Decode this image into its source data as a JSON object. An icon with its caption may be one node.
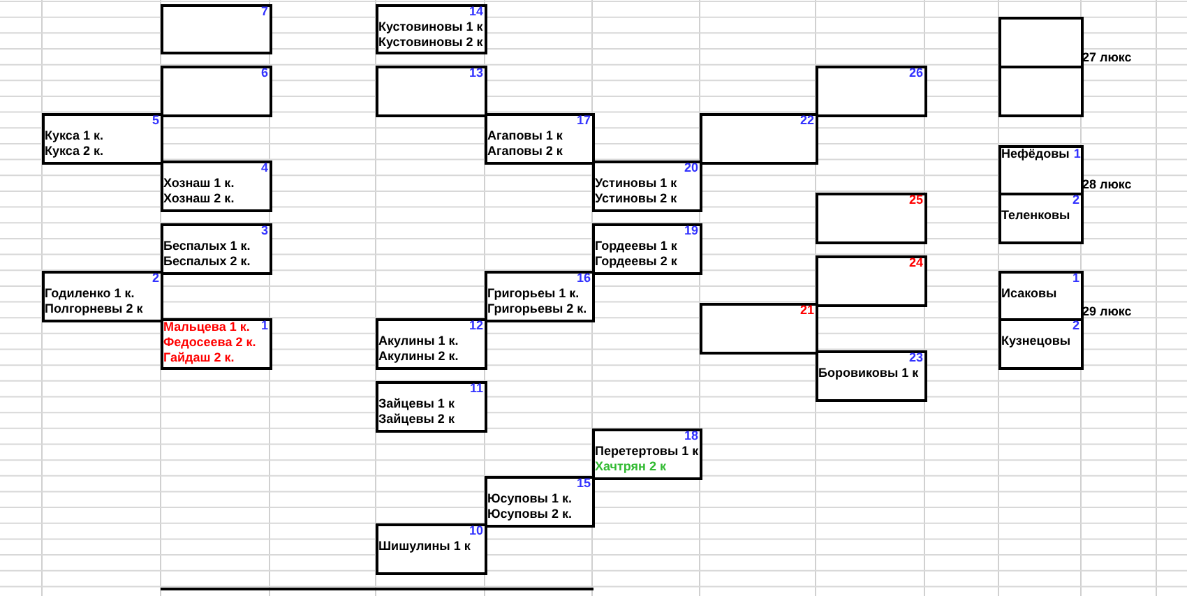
{
  "diagram": {
    "nodes": [
      {
        "text": [
          "7"
        ]
      },
      {
        "text": [
          "6"
        ]
      },
      {
        "text": [
          "5",
          "Кукса 1 к.",
          "Кукса 2 к."
        ]
      },
      {
        "text": [
          "4",
          "Хознаш 1 к.",
          "Хознаш 2 к."
        ]
      },
      {
        "text": [
          "3",
          "Беспалых 1 к.",
          "Беспалых 2 к."
        ]
      },
      {
        "text": [
          "2",
          "Годиленко 1 к.",
          "Полгорневы 2 к"
        ]
      },
      {
        "text": [
          "Мальцева 1 к.",
          "1",
          "Федосеева 2 к.",
          "Гайдаш 2 к."
        ]
      },
      {
        "text": [
          "14",
          "Кустовиновы 1 к",
          "Кустовиновы 2 к"
        ]
      },
      {
        "text": [
          "13"
        ]
      },
      {
        "text": [
          "17",
          "Агаповы 1 к",
          "Агаповы 2 к"
        ]
      },
      {
        "text": [
          "20",
          "Устиновы 1 к",
          "Устиновы 2 к"
        ]
      },
      {
        "text": [
          "19",
          "Гордеевы 1 к",
          "Гордеевы 2 к"
        ]
      },
      {
        "text": [
          "16",
          "Григорьеы 1 к.",
          "Григорьевы 2 к."
        ]
      },
      {
        "text": [
          "12",
          "Акулины 1 к.",
          "Акулины 2 к."
        ]
      },
      {
        "text": [
          "11",
          "Зайцевы 1 к",
          "Зайцевы 2 к"
        ]
      },
      {
        "text": [
          "18",
          "Перетертовы 1 к",
          "Хачтрян 2 к"
        ]
      },
      {
        "text": [
          "15",
          "Юсуповы 1 к.",
          "Юсуповы 2 к."
        ]
      },
      {
        "text": [
          "10",
          "Шишулины 1 к"
        ]
      },
      {
        "text": [
          "26"
        ]
      },
      {
        "text": [
          "22"
        ]
      },
      {
        "text": [
          "25"
        ]
      },
      {
        "text": [
          "24"
        ]
      },
      {
        "text": [
          "21"
        ]
      },
      {
        "text": [
          "23",
          "Боровиковы 1 к"
        ]
      },
      {
        "text": [],
        "shape": "box"
      },
      {
        "text": [],
        "shape": "box"
      },
      {
        "text": [
          "Нефёдовы",
          "1"
        ]
      },
      {
        "text": [
          "2",
          "Теленковы"
        ]
      },
      {
        "text": [
          "1",
          "Исаковы"
        ]
      },
      {
        "text": [
          "2",
          "Кузнецовы"
        ]
      }
    ],
    "labels": [
      "27 люкс",
      "28 люкс",
      "29 люкс"
    ]
  }
}
